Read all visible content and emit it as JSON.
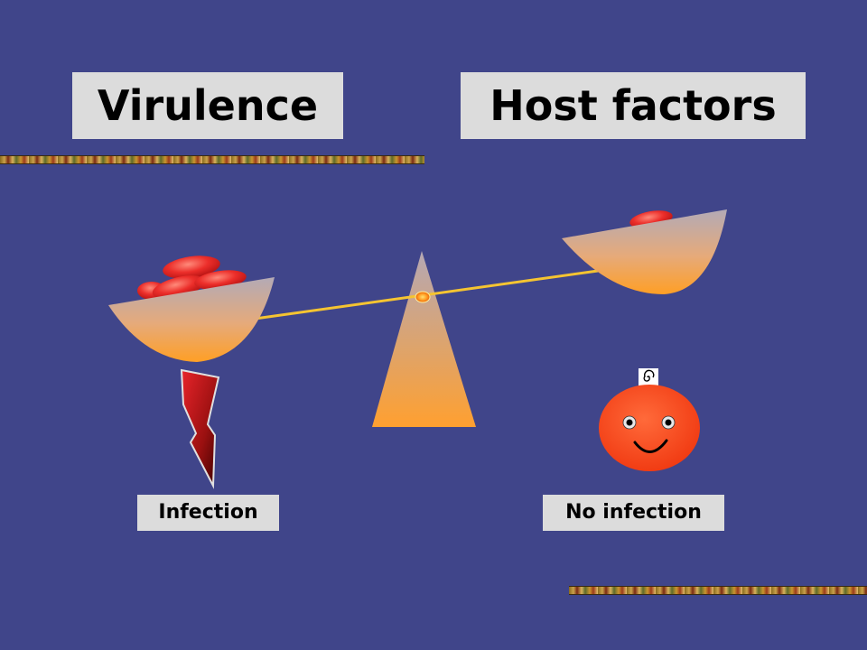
{
  "titles": {
    "left": "Virulence",
    "right": "Host factors"
  },
  "outcomes": {
    "left": "Infection",
    "right": "No infection"
  },
  "colors": {
    "background": "#40458a",
    "label_box": "#dcdcdc",
    "beam": "#f5c431",
    "pan_top": "#b4aab4",
    "pan_bottom": "#ffa02a",
    "microbe": "#e5302a",
    "face": "#ff4a1e"
  },
  "icons": {
    "lightning": "lightning-bolt-icon",
    "face": "smiley-face-icon",
    "fuse": "spiral-fuse-icon"
  }
}
